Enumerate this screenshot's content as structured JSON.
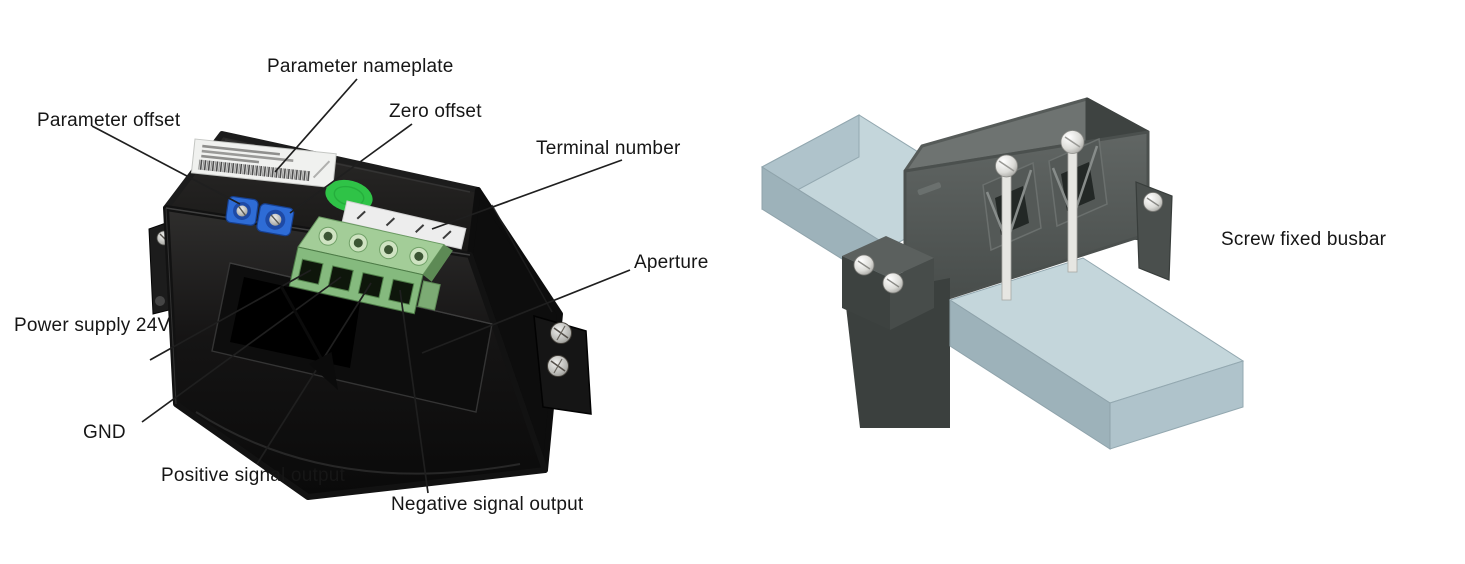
{
  "figure": {
    "type": "hall-current-sensor-annotated-diagram",
    "callouts": {
      "parameter_nameplate": "Parameter nameplate",
      "parameter_offset": "Parameter offset",
      "zero_offset": "Zero offset",
      "terminal_number": "Terminal number",
      "aperture": "Aperture",
      "power_supply_24v": "Power supply 24V",
      "gnd": "GND",
      "positive_signal_output": "Positive signal output",
      "negative_signal_output": "Negative signal output"
    },
    "installation": {
      "caption": "Screw fixed busbar"
    },
    "colors": {
      "background": "#ffffff",
      "label_text": "#161616",
      "callout_line": "#1f1f1f",
      "sensor_body_black": "#181818",
      "terminal_block_green": "#85ba7e",
      "potentiometer_blue": "#2e6cd6",
      "qc_sticker_green": "#2fc347",
      "nameplate_white": "#f0f1ef",
      "busbar_blue_gray": "#c4d6db",
      "installed_body_gray": "#575c5a",
      "screw_metal": "#d8d8d4"
    }
  }
}
